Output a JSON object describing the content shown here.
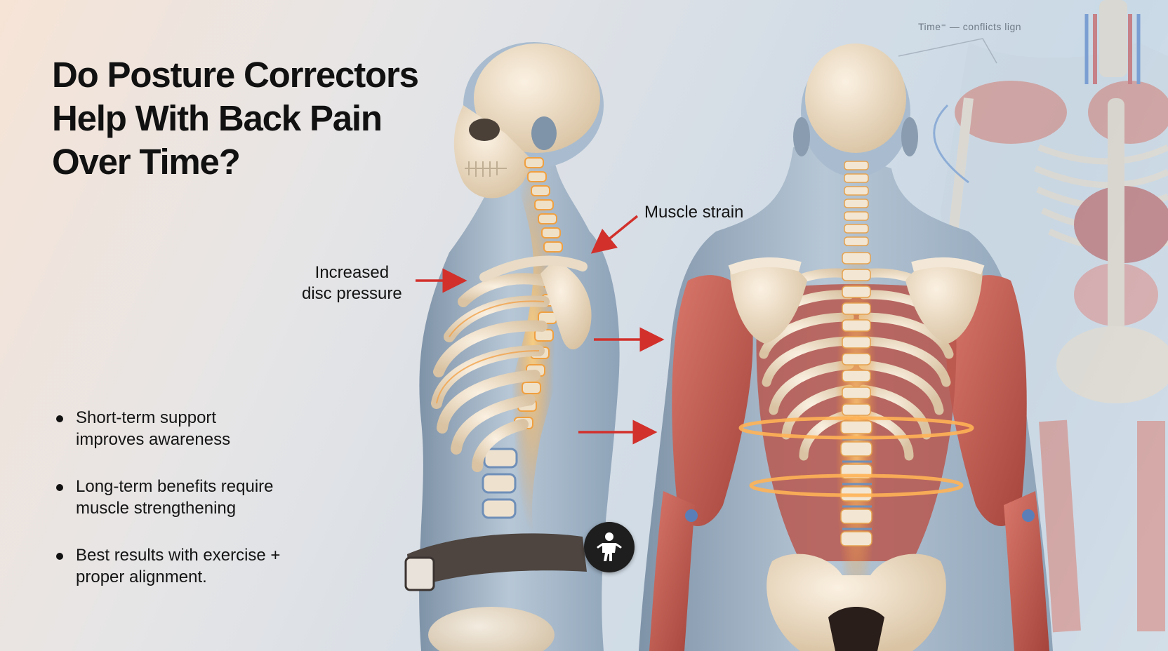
{
  "title": {
    "line1": "Do Posture Correctors",
    "line2": "Help With Back Pain",
    "line3": "Over Time?"
  },
  "annotations": {
    "disc_pressure": {
      "line1": "Increased",
      "line2": "disc pressure"
    },
    "muscle_strain": "Muscle strain",
    "small_label": "Time⁼ — conflicts lign"
  },
  "bullets": [
    {
      "line1": "Short-term support",
      "line2": "improves awareness"
    },
    {
      "line1": "Long-term benefits require",
      "line2": "muscle strengthening"
    },
    {
      "line1": "Best results with exercise +",
      "line2": "proper alignment."
    }
  ],
  "icons": {
    "posture_button": "person-posture-icon",
    "arrows": "red-arrow-icon"
  },
  "colors": {
    "arrow": "#d2302b",
    "glow": "#ffb347",
    "muscle": "#c0574c",
    "bone": "#ecdcc4",
    "skin": "#9fb2c6"
  }
}
